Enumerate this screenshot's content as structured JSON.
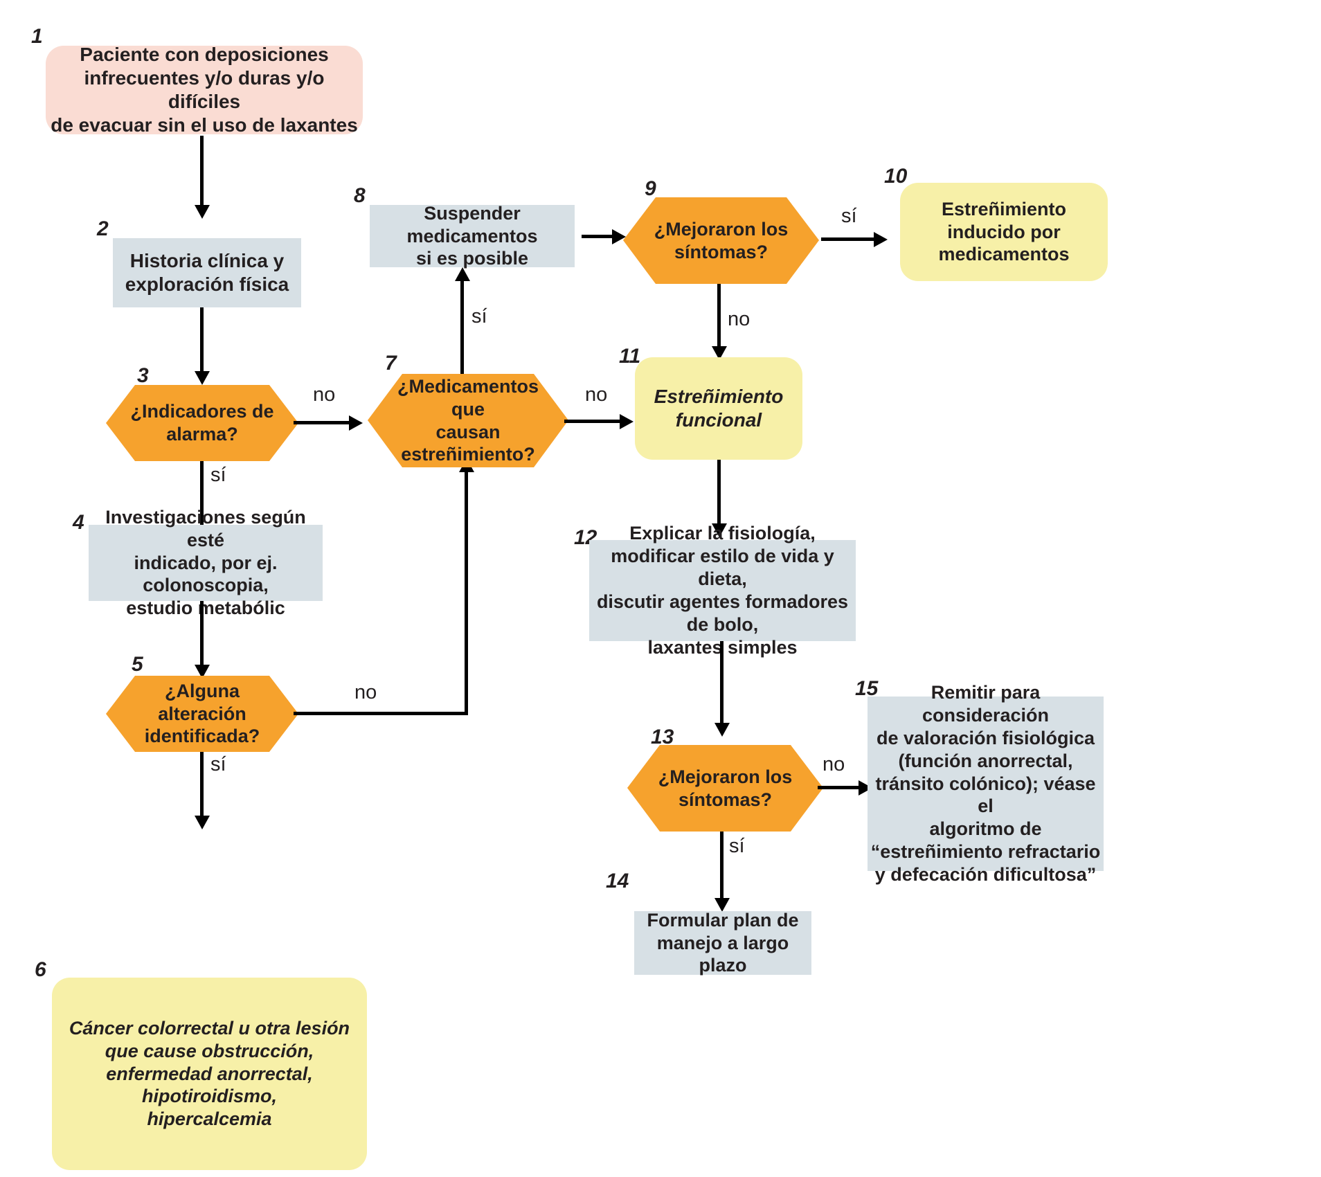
{
  "diagram": {
    "type": "flowchart",
    "title": "Algoritmo de manejo del estreñimiento",
    "language": "es",
    "colors": {
      "terminal_pink": "#fadcd3",
      "process_blue": "#d7e0e5",
      "decision_orange": "#f6a22d",
      "outcome_yellow": "#f7f0a8",
      "line": "#000000",
      "text": "#231f20"
    },
    "nodes": [
      {
        "id": "1",
        "number": "1",
        "shape": "terminal",
        "text": "Paciente con deposiciones\ninfrecuentes y/o duras y/o difíciles\nde evacuar sin el uso de laxantes"
      },
      {
        "id": "2",
        "number": "2",
        "shape": "process",
        "text": "Historia clínica y\nexploración física"
      },
      {
        "id": "3",
        "number": "3",
        "shape": "decision",
        "text": "¿Indicadores de\nalarma?"
      },
      {
        "id": "4",
        "number": "4",
        "shape": "process",
        "text": "Investigaciones según esté\nindicado, por ej. colonoscopia,\nestudio metabólic"
      },
      {
        "id": "5",
        "number": "5",
        "shape": "decision",
        "text": "¿Alguna alteración\nidentificada?"
      },
      {
        "id": "6",
        "number": "6",
        "shape": "outcome",
        "italic": true,
        "text": "Cáncer colorrectal u otra lesión\nque cause obstrucción,\nenfermedad anorrectal, hipotiroidismo,\nhipercalcemia"
      },
      {
        "id": "7",
        "number": "7",
        "shape": "decision",
        "text": "¿Medicamentos que\ncausan estreñimiento?"
      },
      {
        "id": "8",
        "number": "8",
        "shape": "process",
        "text": "Suspender medicamentos\nsi es posible"
      },
      {
        "id": "9",
        "number": "9",
        "shape": "decision",
        "text": "¿Mejoraron los\nsíntomas?"
      },
      {
        "id": "10",
        "number": "10",
        "shape": "outcome",
        "italic": false,
        "text": "Estreñimiento\ninducido por\nmedicamentos"
      },
      {
        "id": "11",
        "number": "11",
        "shape": "outcome",
        "italic": true,
        "text": "Estreñimiento\nfuncional"
      },
      {
        "id": "12",
        "number": "12",
        "shape": "process",
        "text": "Explicar la fisiología,\nmodificar estilo de vida y dieta,\ndiscutir agentes formadores de bolo,\nlaxantes simples"
      },
      {
        "id": "13",
        "number": "13",
        "shape": "decision",
        "text": "¿Mejoraron los\nsíntomas?"
      },
      {
        "id": "14",
        "number": "14",
        "shape": "process",
        "text": "Formular plan de\nmanejo a largo plazo"
      },
      {
        "id": "15",
        "number": "15",
        "shape": "process",
        "text": "Remitir para consideración\nde valoración fisiológica\n(función anorrectal,\ntránsito colónico); véase el\nalgoritmo de\n“estreñimiento refractario\ny defecación dificultosa”"
      }
    ],
    "edges": [
      {
        "from": "1",
        "to": "2",
        "label": ""
      },
      {
        "from": "2",
        "to": "3",
        "label": ""
      },
      {
        "from": "3",
        "to": "4",
        "label": "sí"
      },
      {
        "from": "3",
        "to": "7",
        "label": "no"
      },
      {
        "from": "4",
        "to": "5",
        "label": ""
      },
      {
        "from": "5",
        "to": "6",
        "label": "sí"
      },
      {
        "from": "5",
        "to": "7",
        "label": "no"
      },
      {
        "from": "7",
        "to": "8",
        "label": "sí"
      },
      {
        "from": "7",
        "to": "11",
        "label": "no"
      },
      {
        "from": "8",
        "to": "9",
        "label": ""
      },
      {
        "from": "9",
        "to": "10",
        "label": "sí"
      },
      {
        "from": "9",
        "to": "11",
        "label": "no"
      },
      {
        "from": "11",
        "to": "12",
        "label": ""
      },
      {
        "from": "12",
        "to": "13",
        "label": ""
      },
      {
        "from": "13",
        "to": "14",
        "label": "sí"
      },
      {
        "from": "13",
        "to": "15",
        "label": "no"
      }
    ],
    "edge_labels": {
      "l3_no": "no",
      "l3_si": "sí",
      "l5_no": "no",
      "l5_si": "sí",
      "l7_si": "sí",
      "l7_no": "no",
      "l9_si": "sí",
      "l9_no": "no",
      "l13_no": "no",
      "l13_si": "sí"
    }
  }
}
